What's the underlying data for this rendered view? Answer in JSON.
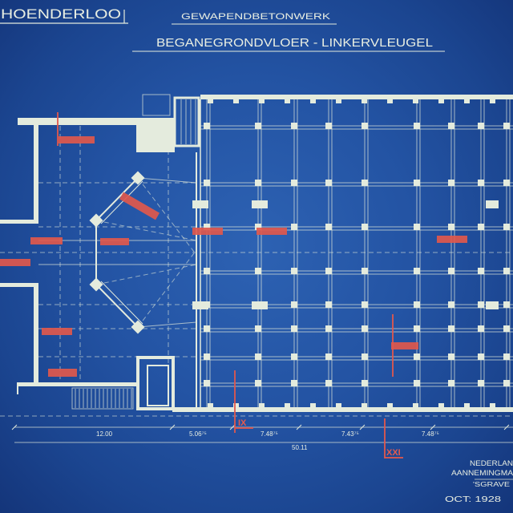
{
  "header": {
    "project": "HOENDERLOO",
    "work_type": "GEWAPENDBETONWERK",
    "sheet_title": "BEGANEGRONDVLOER - LINKERVLEUGEL"
  },
  "section_marks": {
    "mark_a": "IX",
    "mark_b": "XXI"
  },
  "dimensions": {
    "left_bay": "12.00",
    "bay_1": "5.06⁷⁵",
    "bay_2": "7.48⁷⁵",
    "bay_3": "7.43⁷⁵",
    "bay_4": "7.48⁷⁵",
    "total": "50.11"
  },
  "stamp": {
    "line1": "NEDERLAN",
    "line2": "AANNEMINGMA",
    "line3": "'SGRAVE"
  },
  "date": "OCT: 1928",
  "colors": {
    "paper": "#2353a3",
    "linework": "#e4ebdd",
    "markup": "#e0584c"
  }
}
